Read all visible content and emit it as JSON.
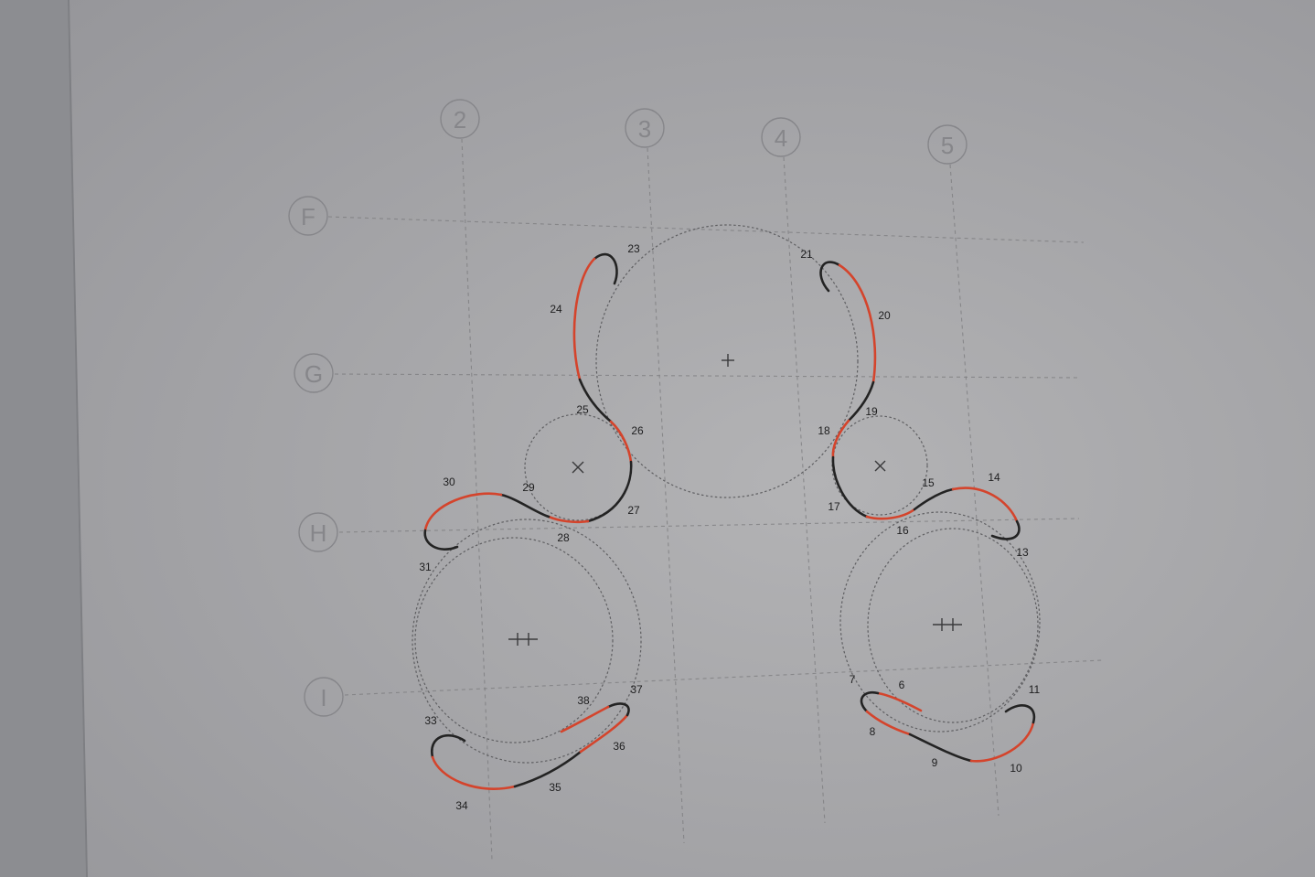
{
  "grid": {
    "columns": [
      "2",
      "3",
      "4",
      "5"
    ],
    "rows": [
      "F",
      "G",
      "H",
      "I"
    ]
  },
  "point_labels": [
    "6",
    "7",
    "8",
    "9",
    "10",
    "11",
    "13",
    "14",
    "15",
    "16",
    "17",
    "18",
    "19",
    "20",
    "21",
    "23",
    "24",
    "25",
    "26",
    "27",
    "28",
    "29",
    "30",
    "31",
    "33",
    "34",
    "35",
    "36",
    "37",
    "38"
  ],
  "colors": {
    "paper_light": "#b3b3b5",
    "paper_dark": "#96969a",
    "ink": "#232323",
    "red": "#d4442c",
    "guide": "#7b7b7e",
    "label": "#86868a"
  }
}
